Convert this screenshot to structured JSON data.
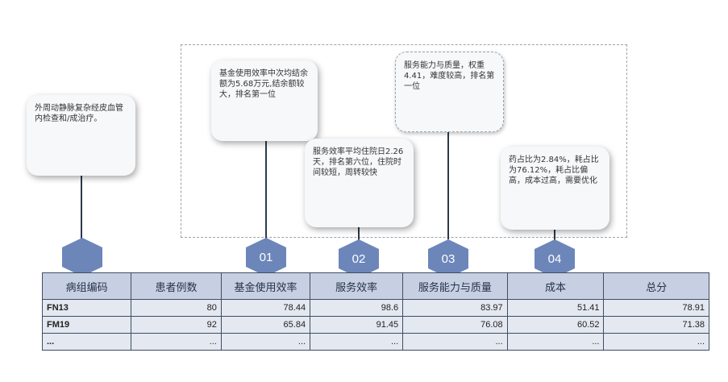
{
  "callouts": {
    "intro": "外周动静脉复杂经皮血管内检查和/成治疗。",
    "fund": "基金使用效率中次均结余额为5.68万元,结余额较大，排名第一位",
    "service": "服务效率平均住院日2.26天，排名第六位，住院时间较短，周转较快",
    "capability": "服务能力与质量，权重4.41，难度较高，排名第一位",
    "cost": "药占比为2.84%，耗占比为76.12%，耗占比偏高，成本过高，需要优化"
  },
  "markers": [
    "01",
    "02",
    "03",
    "04"
  ],
  "table": {
    "headers": [
      "病组编码",
      "患者例数",
      "基金使用效率",
      "服务效率",
      "服务能力与质量",
      "成本",
      "总分"
    ],
    "rows": [
      [
        "FN13",
        "80",
        "78.44",
        "98.6",
        "83.97",
        "51.41",
        "78.91"
      ],
      [
        "FM19",
        "92",
        "65.84",
        "91.45",
        "76.08",
        "60.52",
        "71.38"
      ],
      [
        "...",
        "...",
        "...",
        "...",
        "...",
        "...",
        "..."
      ]
    ]
  }
}
